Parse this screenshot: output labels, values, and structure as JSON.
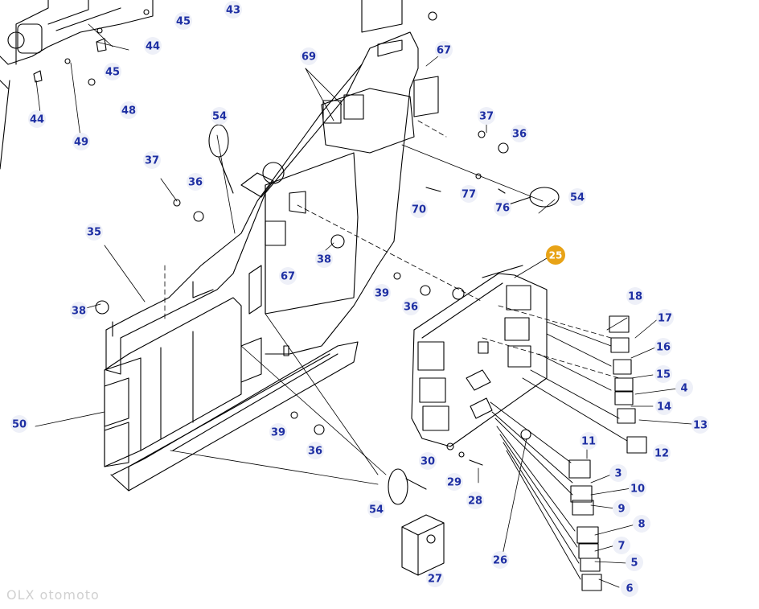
{
  "diagram": {
    "callouts": [
      {
        "id": "43",
        "label": "43",
        "hl": false
      },
      {
        "id": "45a",
        "label": "45",
        "hl": false
      },
      {
        "id": "44a",
        "label": "44",
        "hl": false
      },
      {
        "id": "45b",
        "label": "45",
        "hl": false
      },
      {
        "id": "48",
        "label": "48",
        "hl": false
      },
      {
        "id": "44b",
        "label": "44",
        "hl": false
      },
      {
        "id": "49",
        "label": "49",
        "hl": false
      },
      {
        "id": "69",
        "label": "69",
        "hl": false
      },
      {
        "id": "67a",
        "label": "67",
        "hl": false
      },
      {
        "id": "54a",
        "label": "54",
        "hl": false
      },
      {
        "id": "37a",
        "label": "37",
        "hl": false
      },
      {
        "id": "36a",
        "label": "36",
        "hl": false
      },
      {
        "id": "37b",
        "label": "37",
        "hl": false
      },
      {
        "id": "36b",
        "label": "36",
        "hl": false
      },
      {
        "id": "77",
        "label": "77",
        "hl": false
      },
      {
        "id": "76",
        "label": "76",
        "hl": false
      },
      {
        "id": "70",
        "label": "70",
        "hl": false
      },
      {
        "id": "54b",
        "label": "54",
        "hl": false
      },
      {
        "id": "35",
        "label": "35",
        "hl": false
      },
      {
        "id": "38a",
        "label": "38",
        "hl": false
      },
      {
        "id": "67b",
        "label": "67",
        "hl": false
      },
      {
        "id": "25",
        "label": "25",
        "hl": true
      },
      {
        "id": "39a",
        "label": "39",
        "hl": false
      },
      {
        "id": "36c",
        "label": "36",
        "hl": false
      },
      {
        "id": "38b",
        "label": "38",
        "hl": false
      },
      {
        "id": "18",
        "label": "18",
        "hl": false
      },
      {
        "id": "17",
        "label": "17",
        "hl": false
      },
      {
        "id": "16",
        "label": "16",
        "hl": false
      },
      {
        "id": "15",
        "label": "15",
        "hl": false
      },
      {
        "id": "4",
        "label": "4",
        "hl": false
      },
      {
        "id": "14",
        "label": "14",
        "hl": false
      },
      {
        "id": "13",
        "label": "13",
        "hl": false
      },
      {
        "id": "12",
        "label": "12",
        "hl": false
      },
      {
        "id": "50",
        "label": "50",
        "hl": false
      },
      {
        "id": "39b",
        "label": "39",
        "hl": false
      },
      {
        "id": "36d",
        "label": "36",
        "hl": false
      },
      {
        "id": "11",
        "label": "11",
        "hl": false
      },
      {
        "id": "3",
        "label": "3",
        "hl": false
      },
      {
        "id": "10",
        "label": "10",
        "hl": false
      },
      {
        "id": "9",
        "label": "9",
        "hl": false
      },
      {
        "id": "30",
        "label": "30",
        "hl": false
      },
      {
        "id": "29",
        "label": "29",
        "hl": false
      },
      {
        "id": "28",
        "label": "28",
        "hl": false
      },
      {
        "id": "54c",
        "label": "54",
        "hl": false
      },
      {
        "id": "8",
        "label": "8",
        "hl": false
      },
      {
        "id": "7",
        "label": "7",
        "hl": false
      },
      {
        "id": "5",
        "label": "5",
        "hl": false
      },
      {
        "id": "26",
        "label": "26",
        "hl": false
      },
      {
        "id": "6",
        "label": "6",
        "hl": false
      },
      {
        "id": "27",
        "label": "27",
        "hl": false
      }
    ],
    "colors": {
      "callout_text": "#1e2fa3",
      "callout_bubble": "#eef0f8",
      "highlight": "#e8a317",
      "line": "#000000"
    },
    "watermark": "OLX  otomoto"
  }
}
